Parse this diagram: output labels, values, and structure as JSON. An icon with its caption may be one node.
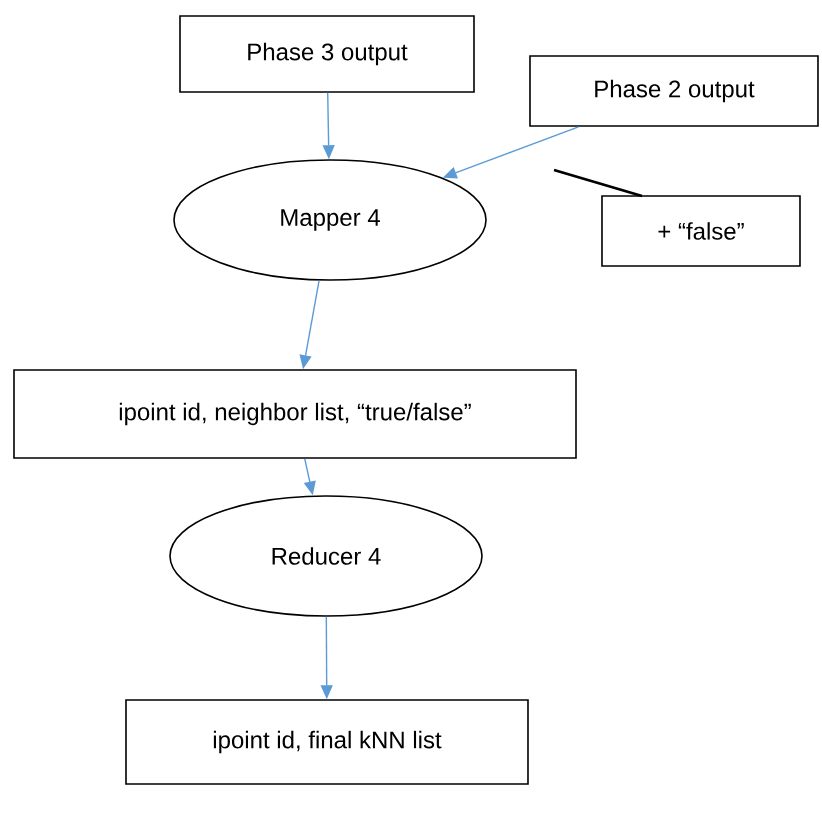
{
  "diagram": {
    "nodes": [
      {
        "text": [
          "Phase 3 output"
        ]
      },
      {
        "text": [
          "Phase 2 output"
        ]
      },
      {
        "text": [
          "Mapper 4"
        ]
      },
      {
        "text": [
          "+ “false”"
        ]
      },
      {
        "text": [
          "ipoint id, neighbor list, “true/false”"
        ]
      },
      {
        "text": [
          "Reducer 4"
        ]
      },
      {
        "text": [
          "ipoint id, final kNN list"
        ]
      }
    ],
    "edges": [
      {
        "from": 0,
        "to": 2,
        "arrow": "to"
      },
      {
        "from": 1,
        "to": 2,
        "arrow": "to"
      },
      {
        "from": 3,
        "to": null,
        "arrow": "none",
        "color": "#000000"
      },
      {
        "from": 2,
        "to": 4,
        "arrow": "to"
      },
      {
        "from": 4,
        "to": 5,
        "arrow": "to"
      },
      {
        "from": 5,
        "to": 6,
        "arrow": "to"
      }
    ]
  }
}
